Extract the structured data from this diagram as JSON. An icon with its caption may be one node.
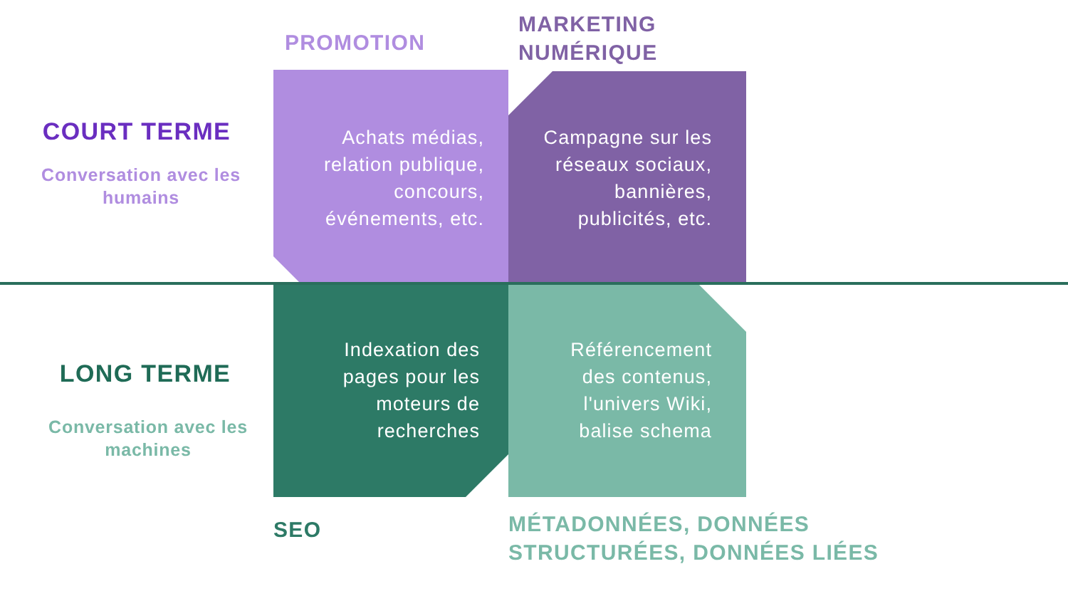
{
  "diagram": {
    "nodes": [
      {
        "text": [
          "PROMOTION",
          "Achats médias, relation publique, concours, événements, etc."
        ]
      },
      {
        "text": [
          "MARKETING NUMÉRIQUE",
          "Campagne sur les réseaux sociaux, bannières, publicités, etc."
        ]
      },
      {
        "text": [
          "Indexation des pages pour les moteurs de recherches",
          "SEO"
        ]
      },
      {
        "text": [
          "Référencement des contenus, l'univers Wiki, balise schema",
          "MÉTADONNÉES, DONNÉES STRUCTURÉES, DONNÉES LIÉES"
        ]
      }
    ],
    "labels": [
      "COURT TERME",
      "Conversation avec les humains",
      "LONG TERME",
      "Conversation avec les machines"
    ]
  }
}
